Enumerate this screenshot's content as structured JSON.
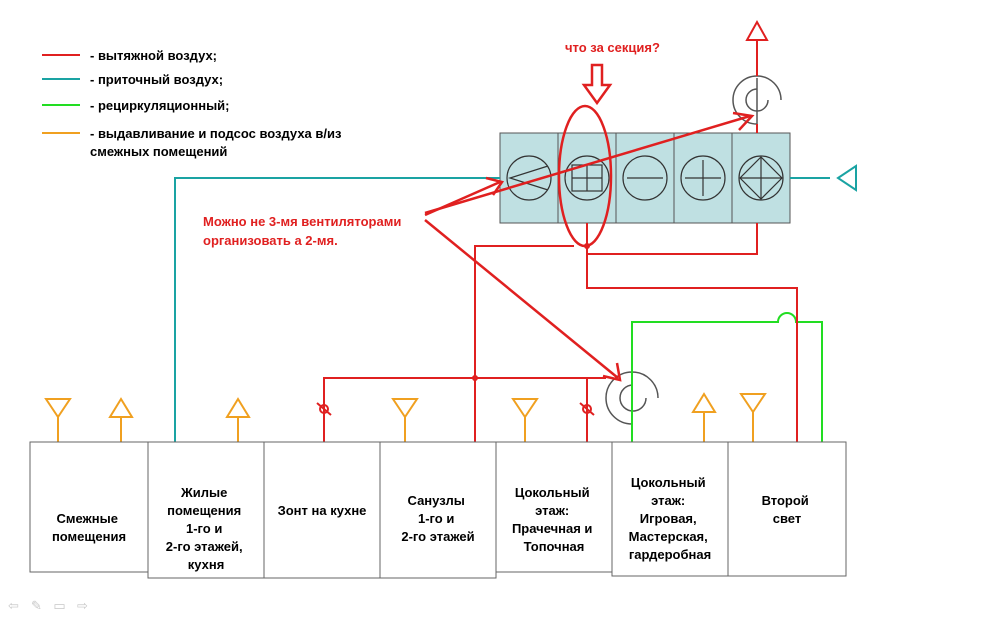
{
  "colors": {
    "exhaust": "#e02020",
    "supply": "#1aa3a3",
    "recirc": "#22dd22",
    "transfer": "#f0a020",
    "unit_fill": "#bfe0e2",
    "note": "#e02020"
  },
  "legend": [
    {
      "color": "#e02020",
      "line1": "- вытяжной воздух;",
      "line2": ""
    },
    {
      "color": "#1aa3a3",
      "line1": "- приточный воздух;",
      "line2": ""
    },
    {
      "color": "#22dd22",
      "line1": "- рециркуляционный;",
      "line2": ""
    },
    {
      "color": "#f0a020",
      "line1": "- выдавливание и подсос воздуха в/из",
      "line2": "смежных помещений"
    }
  ],
  "notes": {
    "section_question": "что за секция?",
    "fans_line1": "Можно не 3-мя вентиляторами",
    "fans_line2": "организовать а 2-мя."
  },
  "unit": {
    "sections": [
      "fan-section",
      "mixing-section",
      "cooler-section",
      "heater-section",
      "filter-section"
    ]
  },
  "rooms": [
    {
      "lines": [
        "Смежные",
        "помещения"
      ]
    },
    {
      "lines": [
        "Жилые",
        "помещения",
        "1-го и",
        "2-го этажей,",
        "кухня"
      ]
    },
    {
      "lines": [
        "Зонт на кухне"
      ]
    },
    {
      "lines": [
        "Санузлы",
        "1-го и",
        "2-го этажей"
      ]
    },
    {
      "lines": [
        "Цокольный",
        "этаж:",
        "Прачечная и",
        "Топочная"
      ]
    },
    {
      "lines": [
        "Цокольный",
        "этаж:",
        "Игровая,",
        "Мастерская,",
        "гардеробная"
      ]
    },
    {
      "lines": [
        "Второй",
        "свет"
      ]
    }
  ],
  "toolbar": [
    "back-arrow-icon",
    "pen-icon",
    "screen-icon",
    "forward-arrow-icon"
  ]
}
